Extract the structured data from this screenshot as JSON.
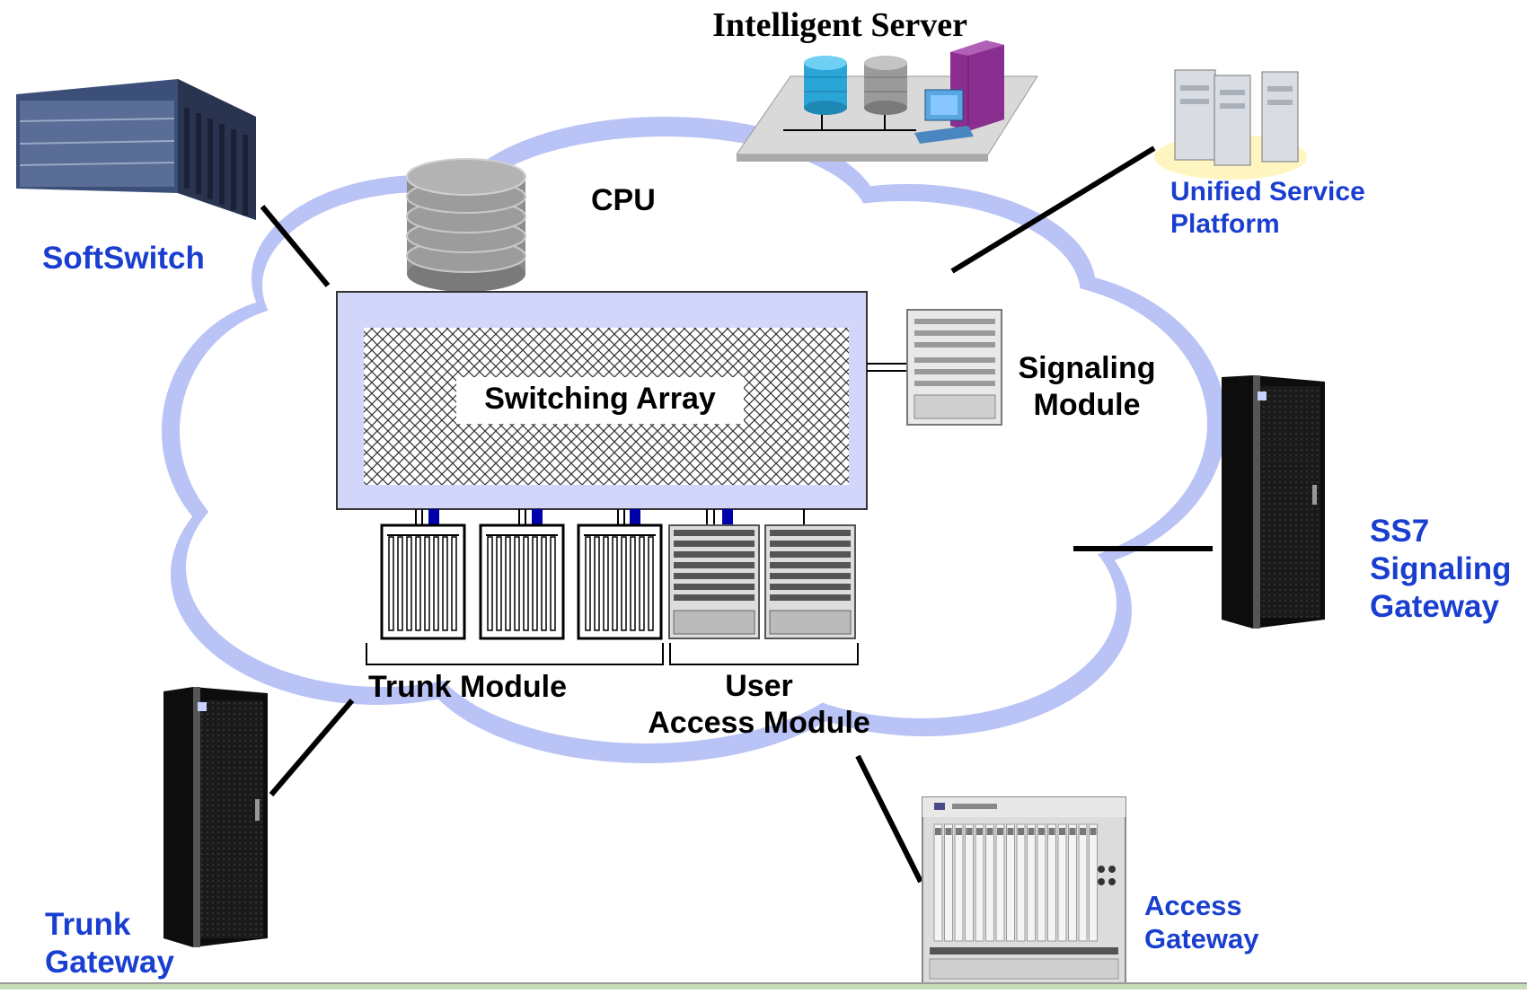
{
  "title": "Intelligent Server",
  "labels": {
    "cpu": "CPU",
    "switching_array": "Switching Array",
    "signaling_module": [
      "Signaling",
      "Module"
    ],
    "trunk_module": "Trunk Module",
    "user_access_module": [
      "User",
      "Access Module"
    ]
  },
  "devices": {
    "softswitch": "SoftSwitch",
    "unified_service_platform": [
      "Unified Service",
      "Platform"
    ],
    "ss7_gateway": [
      "SS7",
      "Signaling",
      "Gateway"
    ],
    "trunk_gateway": [
      "Trunk",
      "Gateway"
    ],
    "access_gateway": [
      "Access",
      "Gateway"
    ]
  },
  "colors": {
    "cloud_fill": "#ffffff",
    "cloud_edge": "#b9c3f5",
    "array_fill": "#d3d6fb",
    "device_label": "#1a3fd0",
    "connector": "#0000aa"
  }
}
